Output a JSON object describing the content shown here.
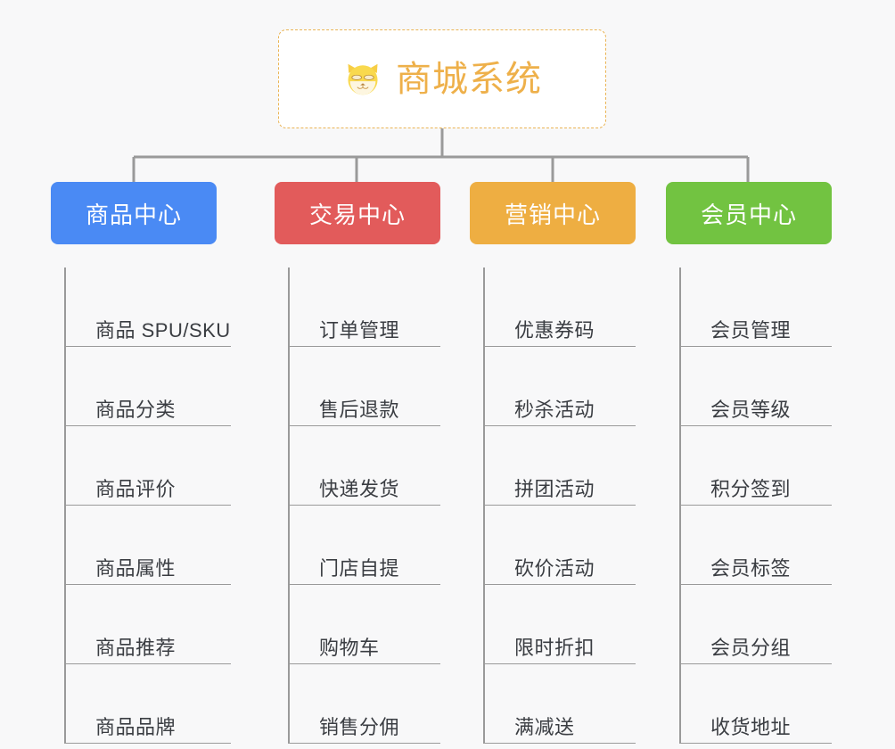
{
  "page": {
    "background_color": "#f8f8f9",
    "title": "商城系统"
  },
  "root": {
    "label": "商城系统",
    "icon": "shiba-dog-face-icon",
    "text_color": "#eeb04a",
    "border_color": "#eab455",
    "background_color": "#ffffff"
  },
  "connector": {
    "color": "#9a9a9a"
  },
  "branches": [
    {
      "label": "商品中心",
      "color": "#4a8af4",
      "leaves": [
        {
          "label": "商品 SPU/SKU"
        },
        {
          "label": "商品分类"
        },
        {
          "label": "商品评价"
        },
        {
          "label": "商品属性"
        },
        {
          "label": "商品推荐"
        },
        {
          "label": "商品品牌"
        }
      ]
    },
    {
      "label": "交易中心",
      "color": "#e25b5b",
      "leaves": [
        {
          "label": "订单管理"
        },
        {
          "label": "售后退款"
        },
        {
          "label": "快递发货"
        },
        {
          "label": "门店自提"
        },
        {
          "label": "购物车"
        },
        {
          "label": "销售分佣"
        }
      ]
    },
    {
      "label": "营销中心",
      "color": "#eeae42",
      "leaves": [
        {
          "label": "优惠券码"
        },
        {
          "label": "秒杀活动"
        },
        {
          "label": "拼团活动"
        },
        {
          "label": "砍价活动"
        },
        {
          "label": "限时折扣"
        },
        {
          "label": "满减送"
        }
      ]
    },
    {
      "label": "会员中心",
      "color": "#72c341",
      "leaves": [
        {
          "label": "会员管理"
        },
        {
          "label": "会员等级"
        },
        {
          "label": "积分签到"
        },
        {
          "label": "会员标签"
        },
        {
          "label": "会员分组"
        },
        {
          "label": "收货地址"
        }
      ]
    }
  ]
}
